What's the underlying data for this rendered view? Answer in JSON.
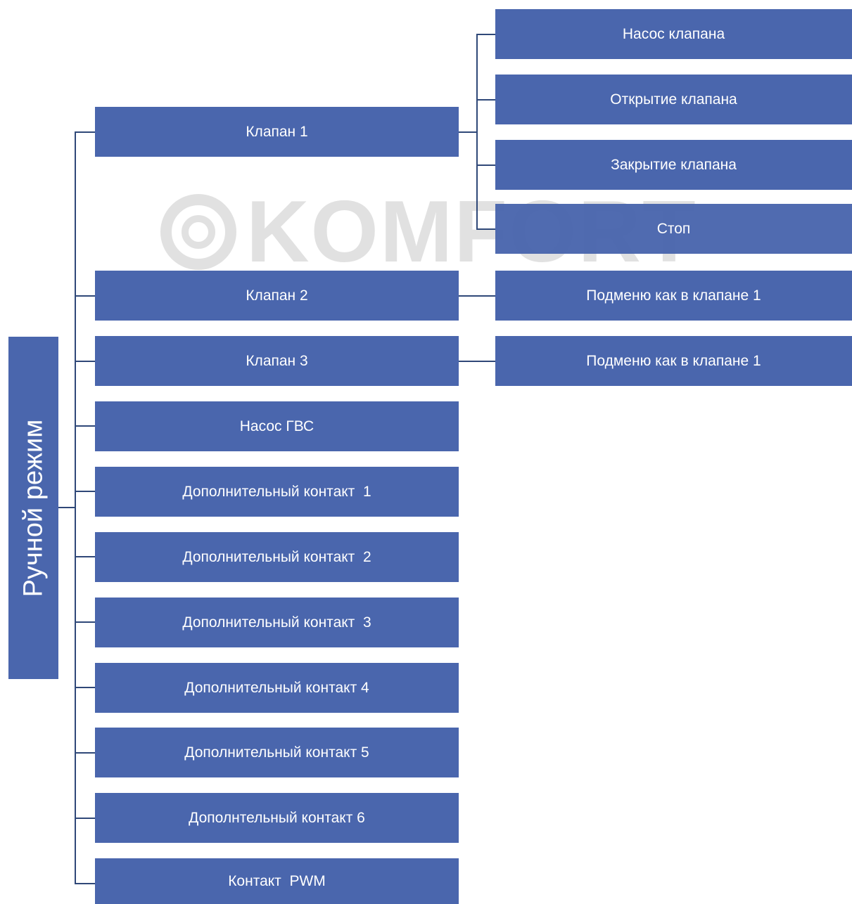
{
  "watermark": {
    "text": "KOMFORT"
  },
  "root": {
    "label": "Ручной режим"
  },
  "level1": [
    {
      "label": "Клапан 1"
    },
    {
      "label": "Клапан 2"
    },
    {
      "label": "Клапан 3"
    },
    {
      "label": "Насос ГВС"
    },
    {
      "label": "Дополнительный контакт  1"
    },
    {
      "label": "Дополнительный контакт  2"
    },
    {
      "label": "Дополнительный контакт  3"
    },
    {
      "label": "Дополнительный контакт 4"
    },
    {
      "label": "Дополнительный контакт 5"
    },
    {
      "label": "Дополнтельный контакт 6"
    },
    {
      "label": "Контакт  PWM"
    }
  ],
  "valve1_submenu": [
    {
      "label": "Насос клапана"
    },
    {
      "label": "Открытие клапана"
    },
    {
      "label": "Закрытие клапана"
    },
    {
      "label": "Стоп"
    }
  ],
  "valve2_submenu": {
    "label": "Подменю как в клапане 1"
  },
  "valve3_submenu": {
    "label": "Подменю как в клапане 1"
  },
  "colors": {
    "box_fill": "#4a66ad",
    "connector": "#2f4878",
    "watermark": "#c4c4c4"
  }
}
